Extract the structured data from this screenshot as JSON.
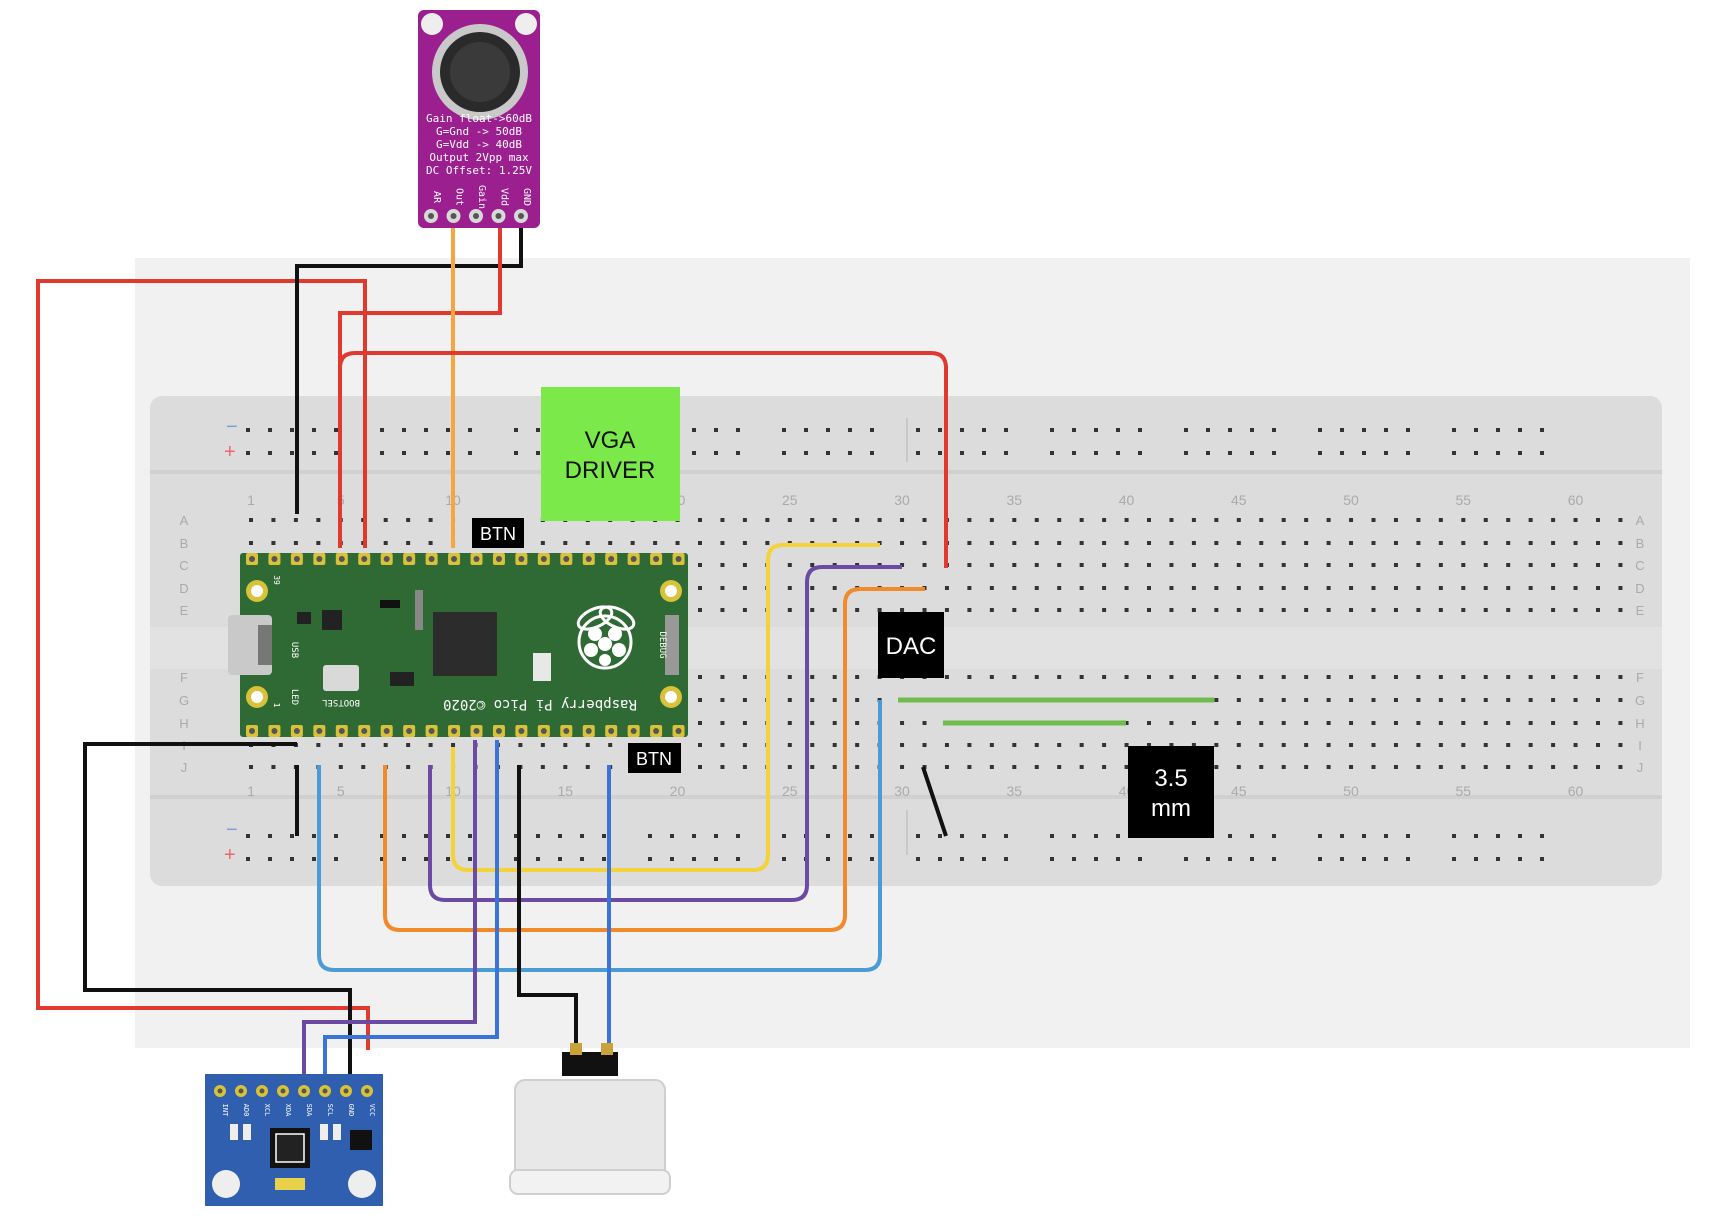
{
  "breadboard": {
    "column_numbers": [
      "1",
      "5",
      "10",
      "15",
      "20",
      "25",
      "30",
      "35",
      "40",
      "45",
      "50",
      "55",
      "60"
    ],
    "row_letters_top": [
      "A",
      "B",
      "C",
      "D",
      "E"
    ],
    "row_letters_bottom": [
      "F",
      "G",
      "H",
      "I",
      "J"
    ],
    "rail_minus": "−",
    "rail_plus": "+"
  },
  "labels": {
    "vga_driver_line1": "VGA",
    "vga_driver_line2": "DRIVER",
    "btn_top": "BTN",
    "btn_bottom": "BTN",
    "dac": "DAC",
    "jack_line1": "3.5",
    "jack_line2": "mm"
  },
  "colors": {
    "vga_driver": "#7ce94a",
    "pico_board": "#2f6a35",
    "mic_board": "#9b1f8f",
    "imu_board": "#2f5fae",
    "wire_red": "#e03a2f",
    "wire_black": "#111111",
    "wire_orange": "#f08a2a",
    "wire_mic_out": "#f5a640",
    "wire_yellow": "#f4d23a",
    "wire_purple": "#6b4aa3",
    "wire_blue": "#4a9bd6",
    "wire_blue2": "#3b74d8",
    "wire_green": "#6fbb4d"
  },
  "pico": {
    "name_text": "Raspberry Pi Pico ©2020",
    "usb": "USB",
    "bootsel": "BOOTSEL",
    "led": "LED",
    "debug": "DEBUG",
    "pin39": "39",
    "pin1": "1"
  },
  "microphone": {
    "line1": "Gain float->60dB",
    "line2": "G=Gnd  -> 50dB",
    "line3": "G=Vdd  -> 40dB",
    "line4": "Output 2Vpp max",
    "line5": "DC Offset: 1.25V",
    "pins": [
      "AR",
      "Out",
      "Gain",
      "Vdd",
      "GND"
    ]
  },
  "imu": {
    "pins": [
      "INT",
      "AD0",
      "XCL",
      "XDA",
      "SDA",
      "SCL",
      "GND",
      "VCC"
    ]
  },
  "icons": {
    "raspberry_logo": "raspberry-logo-icon",
    "microphone_capsule": "microphone-icon",
    "joystick_connector": "nes-connector-icon"
  }
}
